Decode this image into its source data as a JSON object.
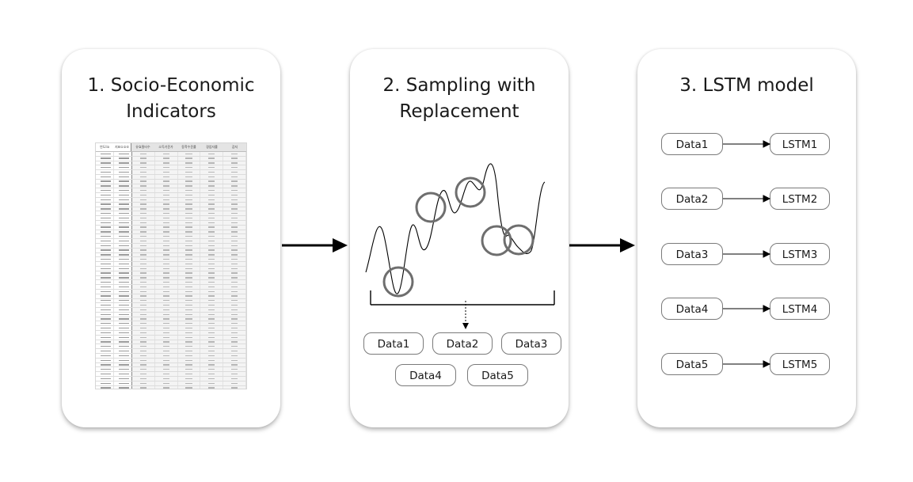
{
  "panel1": {
    "title_line1": "1. Socio-Economic",
    "title_line2": "Indicators",
    "sheet_headers": [
      "연도lio",
      "지표①②⑤",
      "유효필터수",
      "소득기준가",
      "동학수준률",
      "경업자률",
      "감지"
    ]
  },
  "panel2": {
    "title_line1": "2. Sampling with",
    "title_line2": "Replacement",
    "samples": [
      "Data1",
      "Data2",
      "Data3",
      "Data4",
      "Data5"
    ]
  },
  "panel3": {
    "title": "3. LSTM model",
    "pairs": [
      {
        "data": "Data1",
        "model": "LSTM1"
      },
      {
        "data": "Data2",
        "model": "LSTM2"
      },
      {
        "data": "Data3",
        "model": "LSTM3"
      },
      {
        "data": "Data4",
        "model": "LSTM4"
      },
      {
        "data": "Data5",
        "model": "LSTM5"
      }
    ]
  },
  "colors": {
    "card_bg": "#ffffff",
    "arrow": "#000000",
    "circle_stroke": "#6e6e6e",
    "pill_border": "#7a7a7a"
  }
}
